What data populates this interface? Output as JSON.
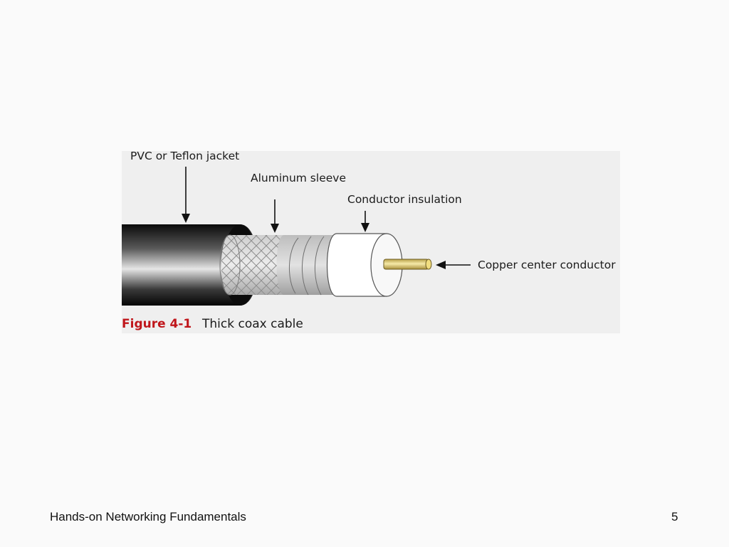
{
  "figure": {
    "labels": {
      "jacket": "PVC or Teflon jacket",
      "sleeve": "Aluminum sleeve",
      "insulation": "Conductor insulation",
      "conductor": "Copper center conductor"
    },
    "caption": {
      "number": "Figure 4-1",
      "text": "Thick coax cable"
    }
  },
  "footer": {
    "title": "Hands-on Networking Fundamentals",
    "page": "5"
  },
  "colors": {
    "jacket": "#111111",
    "caption_number": "#c0161b",
    "copper": "#e8d88a"
  }
}
